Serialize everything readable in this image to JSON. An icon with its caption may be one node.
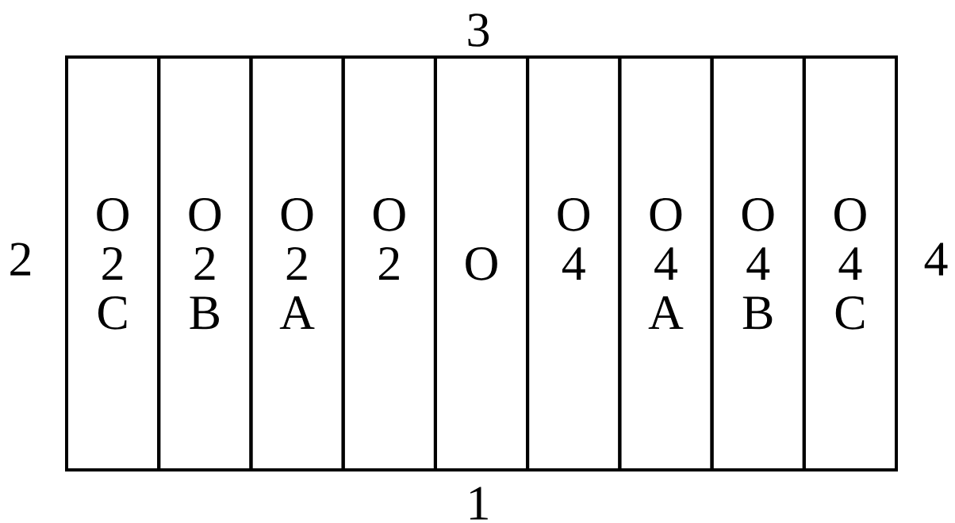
{
  "diagram": {
    "nodes": [
      {
        "text": [
          "O 2 C"
        ]
      },
      {
        "text": [
          "O 2 B"
        ]
      },
      {
        "text": [
          "O 2 A"
        ]
      },
      {
        "text": [
          "O 2"
        ]
      },
      {
        "text": [
          "O"
        ]
      },
      {
        "text": [
          "O 4"
        ]
      },
      {
        "text": [
          "O 4 A"
        ]
      },
      {
        "text": [
          "O 4 B"
        ]
      },
      {
        "text": [
          "O 4 C"
        ]
      }
    ],
    "labels": [
      "3",
      "2",
      "4",
      "1"
    ]
  }
}
